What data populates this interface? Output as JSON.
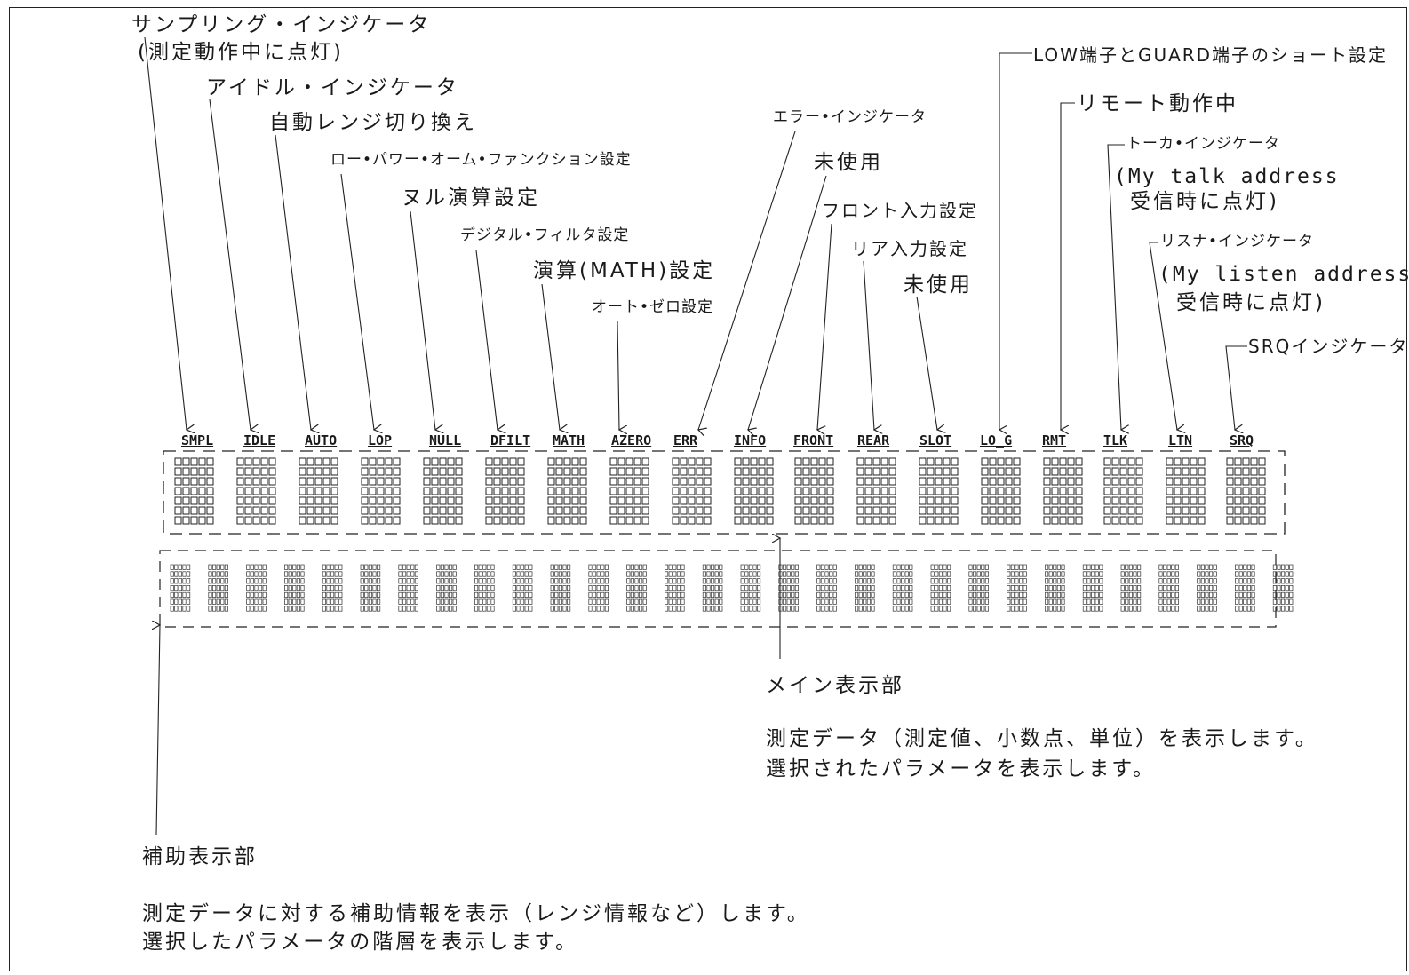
{
  "indicators": [
    {
      "label": "SMPL",
      "description": [
        "サンプリング・インジケータ",
        "(測定動作中に点灯)"
      ]
    },
    {
      "label": "IDLE",
      "description": [
        "アイドル・インジケータ"
      ]
    },
    {
      "label": "AUTO",
      "description": [
        "自動レンジ切り換え"
      ]
    },
    {
      "label": "LOP",
      "description": [
        "ロー•パワー•オーム•ファンクション設定"
      ]
    },
    {
      "label": "NULL",
      "description": [
        "ヌル演算設定"
      ]
    },
    {
      "label": "DFILT",
      "description": [
        "デジタル•フィルタ設定"
      ]
    },
    {
      "label": "MATH",
      "description": [
        "演算(MATH)設定"
      ]
    },
    {
      "label": "AZERO",
      "description": [
        "オート•ゼロ設定"
      ]
    },
    {
      "label": "ERR",
      "description": [
        "エラー•インジケータ"
      ]
    },
    {
      "label": "INFO",
      "description": [
        "未使用"
      ]
    },
    {
      "label": "FRONT",
      "description": [
        "フロント入力設定"
      ]
    },
    {
      "label": "REAR",
      "description": [
        "リア入力設定"
      ]
    },
    {
      "label": "SLOT",
      "description": [
        "未使用"
      ]
    },
    {
      "label": "LO_G",
      "description": [
        "LOW端子とGUARD端子のショート設定"
      ]
    },
    {
      "label": "RMT",
      "description": [
        "リモート動作中"
      ]
    },
    {
      "label": "TLK",
      "description": [
        "トーカ•インジケータ",
        "(My talk address",
        "受信時に点灯)"
      ]
    },
    {
      "label": "LTN",
      "description": [
        "リスナ•インジケータ",
        "(My listen address",
        "受信時に点灯)"
      ]
    },
    {
      "label": "SRQ",
      "description": [
        "SRQインジケータ"
      ]
    }
  ],
  "main_display": {
    "title": "メイン表示部",
    "lines": [
      "測定データ（測定値、小数点、単位）を表示します。",
      "選択されたパラメータを表示します。"
    ]
  },
  "sub_display": {
    "title": "補助表示部",
    "lines": [
      "測定データに対する補助情報を表示（レンジ情報など）します。",
      "選択したパラメータの階層を表示します。"
    ]
  },
  "sub_display_cells": 30
}
